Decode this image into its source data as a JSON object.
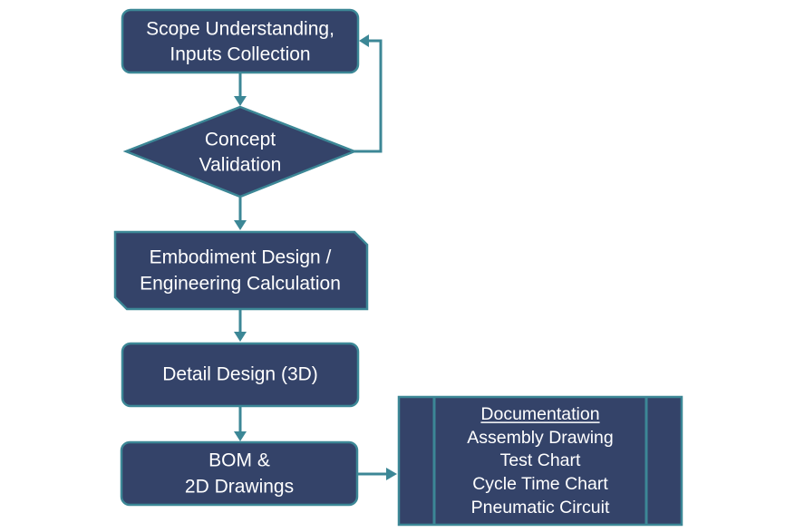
{
  "nodes": {
    "scope": {
      "line1": "Scope Understanding,",
      "line2": "Inputs Collection"
    },
    "concept": {
      "line1": "Concept",
      "line2": "Validation"
    },
    "embodiment": {
      "line1": "Embodiment Design /",
      "line2": "Engineering Calculation"
    },
    "detail": {
      "line1": "Detail Design (3D)"
    },
    "bom": {
      "line1": "BOM &",
      "line2": "2D Drawings"
    },
    "documentation": {
      "heading": "Documentation",
      "items": [
        "Assembly Drawing",
        "Test Chart",
        "Cycle Time Chart",
        "Pneumatic Circuit"
      ]
    }
  },
  "colors": {
    "fill": "#344369",
    "border": "#3c8796",
    "text": "#ffffff"
  }
}
